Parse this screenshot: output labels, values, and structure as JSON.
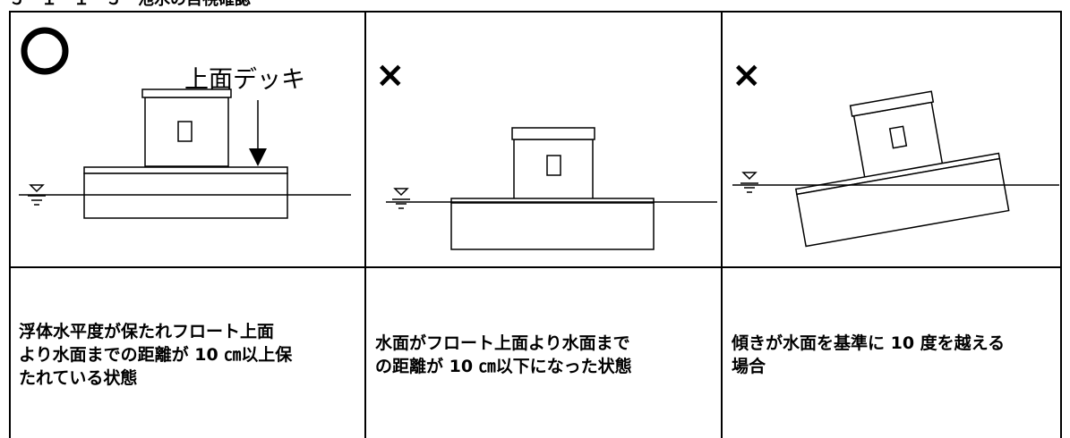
{
  "page_title": "５－１－１－５　池水の目視確認",
  "panels": [
    {
      "mark": "circle",
      "callout_label": "上面デッキ",
      "description": "浮体水平度が保たれフロート上面\nより水面までの距離が 10 ㎝以上保\nたれている状態"
    },
    {
      "mark": "×",
      "description": "水面がフロート上面より水面まで\nの距離が 10 ㎝以下になった状態"
    },
    {
      "mark": "×",
      "description": "傾きが水面を基準に 10 度を越える\n場合"
    }
  ]
}
